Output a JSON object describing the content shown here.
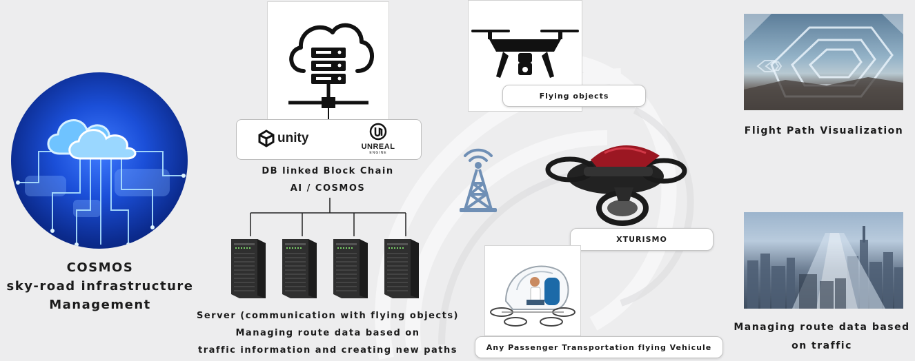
{
  "cosmos": {
    "line1": "COSMOS",
    "line2": "sky-road infrastructure",
    "line3": "Management"
  },
  "engines": {
    "unity": "unity",
    "unreal_line1": "UNREAL",
    "unreal_line2": "ENGINE"
  },
  "db_caption": {
    "line1": "DB linked Block Chain",
    "line2": "AI / COSMOS"
  },
  "server_caption": {
    "line1": "Server (communication with flying objects)",
    "line2": "Managing route data based on",
    "line3": "traffic information and creating new paths"
  },
  "labels": {
    "flying_objects": "Flying objects",
    "xturismo": "XTURISMO",
    "passenger": "Any Passenger Transportation flying Vehicule"
  },
  "right_captions": {
    "flight_path": "Flight Path Visualization",
    "route_line1": "Managing route data based",
    "route_line2": "on traffic"
  },
  "colors": {
    "background": "#ededee",
    "cosmos_blue": "#1b4fd8",
    "tower_blue": "#6f8fb5",
    "server_dark": "#3a3a3a"
  },
  "icons": [
    "cloud-server-icon",
    "unity-logo-icon",
    "unreal-logo-icon",
    "antenna-tower-icon",
    "drone-icon",
    "server-icon"
  ]
}
